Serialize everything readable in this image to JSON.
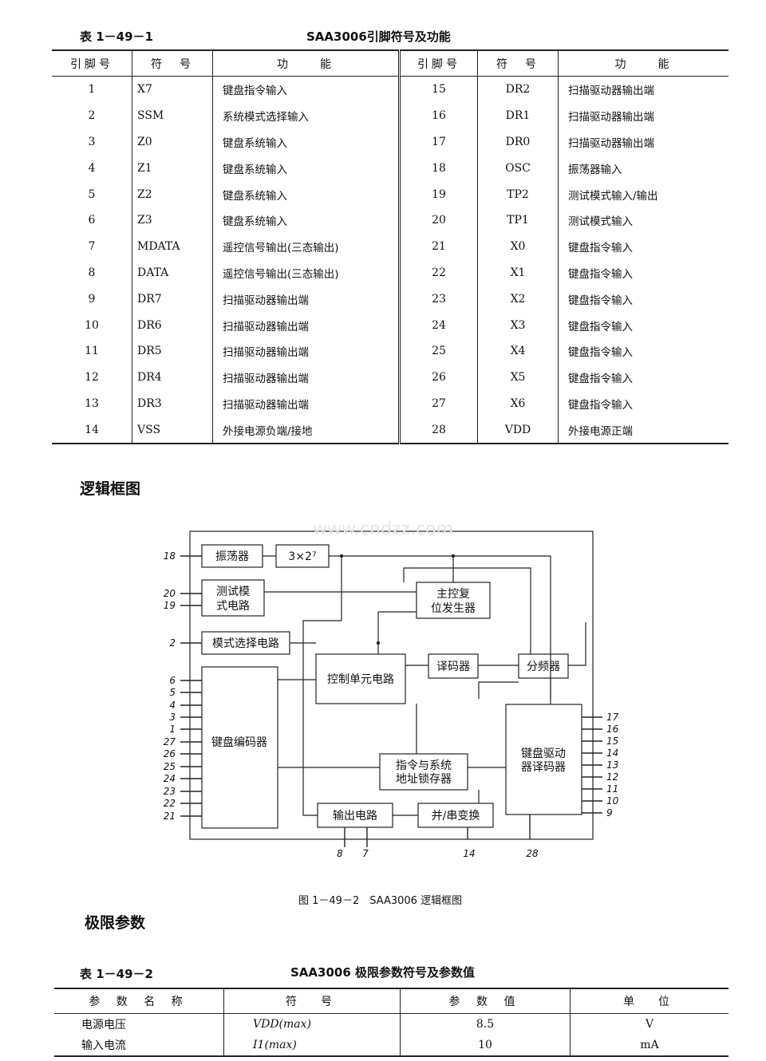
{
  "table1": {
    "number": "表 1－49－1",
    "title": "SAA3006引脚符号及功能",
    "headers": [
      "引脚号",
      "符　号",
      "功　　能",
      "引脚号",
      "符　号",
      "功　　能"
    ],
    "rows": [
      [
        "1",
        "X7",
        "键盘指令输入",
        "15",
        "DR2",
        "扫描驱动器输出端"
      ],
      [
        "2",
        "SSM",
        "系统模式选择输入",
        "16",
        "DR1",
        "扫描驱动器输出端"
      ],
      [
        "3",
        "Z0",
        "键盘系统输入",
        "17",
        "DR0",
        "扫描驱动器输出端"
      ],
      [
        "4",
        "Z1",
        "键盘系统输入",
        "18",
        "OSC",
        "振荡器输入"
      ],
      [
        "5",
        "Z2",
        "键盘系统输入",
        "19",
        "TP2",
        "测试模式输入/输出"
      ],
      [
        "6",
        "Z3",
        "键盘系统输入",
        "20",
        "TP1",
        "测试模式输入"
      ],
      [
        "7",
        "MDATA",
        "遥控信号输出(三态输出)",
        "21",
        "X0",
        "键盘指令输入"
      ],
      [
        "8",
        "DATA",
        "遥控信号输出(三态输出)",
        "22",
        "X1",
        "键盘指令输入"
      ],
      [
        "9",
        "DR7",
        "扫描驱动器输出端",
        "23",
        "X2",
        "键盘指令输入"
      ],
      [
        "10",
        "DR6",
        "扫描驱动器输出端",
        "24",
        "X3",
        "键盘指令输入"
      ],
      [
        "11",
        "DR5",
        "扫描驱动器输出端",
        "25",
        "X4",
        "键盘指令输入"
      ],
      [
        "12",
        "DR4",
        "扫描驱动器输出端",
        "26",
        "X5",
        "键盘指令输入"
      ],
      [
        "13",
        "DR3",
        "扫描驱动器输出端",
        "27",
        "X6",
        "键盘指令输入"
      ],
      [
        "14",
        "VSS",
        "外接电源负端/接地",
        "28",
        "VDD",
        "外接电源正端"
      ]
    ]
  },
  "section_logic": "逻辑框图",
  "diagram": {
    "watermark": "www.cndzz.com",
    "blocks": {
      "osc": "振荡器",
      "div3": "3×2⁷",
      "test": [
        "测试模",
        "式电路"
      ],
      "reset": [
        "主控复",
        "位发生器"
      ],
      "mode": "模式选择电路",
      "ctrl": "控制单元电路",
      "decoder": "译码器",
      "divider": "分频器",
      "keyenc": "键盘编码器",
      "latch": [
        "指令与系统",
        "地址锁存器"
      ],
      "drvdec": [
        "键盘驱动",
        "器译码器"
      ],
      "output": "输出电路",
      "ps": "并/串变换"
    },
    "pins_left": [
      "18",
      "20",
      "19",
      "2",
      "6",
      "5",
      "4",
      "3",
      "1",
      "27",
      "26",
      "25",
      "24",
      "23",
      "22",
      "21"
    ],
    "pins_right": [
      "17",
      "16",
      "15",
      "14",
      "13",
      "12",
      "11",
      "10",
      "9"
    ],
    "pins_bottom": [
      "8",
      "7",
      "14",
      "28"
    ],
    "caption": "图 1－49－2　SAA3006 逻辑框图"
  },
  "section_limits": "极限参数",
  "table2": {
    "number": "表 1－49－2",
    "title": "SAA3006 极限参数符号及参数值",
    "headers": [
      "参 数 名 称",
      "符　号",
      "参 数 值",
      "单　位"
    ],
    "rows": [
      [
        "电源电压",
        "VDD(max)",
        "8.5",
        "V"
      ],
      [
        "输入电流",
        "I1(max)",
        "10",
        "mA"
      ]
    ]
  }
}
